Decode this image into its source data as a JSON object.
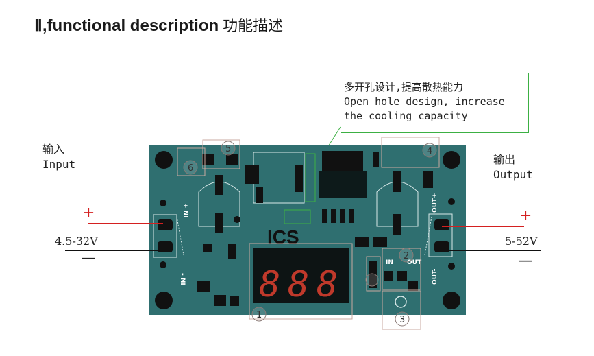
{
  "heading": {
    "roman": "Ⅱ",
    "en": ",functional  description",
    "cn": "功能描述"
  },
  "callout": {
    "line1": "多开孔设计,提高散热能力",
    "line2": "Open hole design, increase",
    "line3": "the cooling capacity"
  },
  "input": {
    "cn": "输入",
    "en": "Input",
    "voltage": "4.5-32V",
    "plus": "+",
    "minus": "—"
  },
  "output": {
    "cn": "输出",
    "en": "Output",
    "voltage": "5-52V",
    "plus": "+",
    "minus": "—"
  },
  "board": {
    "brand": "ICS",
    "display_digits": [
      "8",
      "8",
      "8"
    ],
    "silk_in_plus": "+ NI",
    "silk_in_minus": "- NI",
    "silk_out_plus": "OUT+",
    "silk_out_minus": "OUT-",
    "silk_in": "IN",
    "silk_out": "OUT"
  },
  "markers": [
    "1",
    "2",
    "3",
    "4",
    "5",
    "6",
    "5"
  ],
  "colors": {
    "board": "#2f6f70",
    "callout_border": "#3cb043",
    "wire_red": "#d42020",
    "wire_black": "#111111",
    "display_digit": "#c0392b"
  }
}
